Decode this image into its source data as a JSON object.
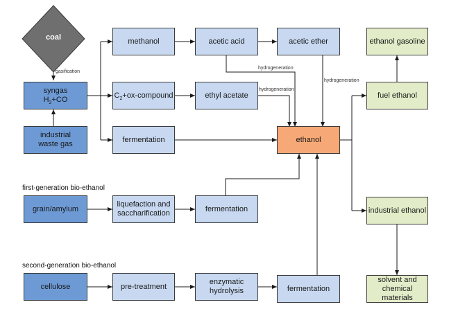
{
  "nodes": {
    "coal": "coal",
    "syngas_line1": "syngas",
    "syngas_h": "H",
    "syngas_sub": "2",
    "syngas_co": "+CO",
    "industrial_waste_gas": "industrial waste gas",
    "methanol": "methanol",
    "acetic_acid": "acetic acid",
    "acetic_ether": "acetic ether",
    "c2_c": "C",
    "c2_sub": "2",
    "c2_rest": "+ox-compound",
    "ethyl_acetate": "ethyl acetate",
    "fermentation_gas": "fermentation",
    "ethanol": "ethanol",
    "ethanol_gasoline": "ethanol gasoline",
    "fuel_ethanol": "fuel ethanol",
    "industrial_ethanol": "industrial ethanol",
    "solvent_materials": "solvent and chemical materials",
    "grain_amylum": "grain/amylum",
    "liquefaction": "liquefaction and saccharification",
    "fermentation_first": "fermentation",
    "cellulose": "cellulose",
    "pretreatment": "pre-treatment",
    "enzymatic_hydrolysis": "enzymatic hydrolysis",
    "fermentation_second": "fermentation"
  },
  "edge_labels": {
    "gasification": "gasification",
    "hydrogeneration_1": "hydrogeneration",
    "hydrogeneration_2": "hydrogeneration",
    "hydrogeneration_3": "hydrogeneration"
  },
  "sections": {
    "first_generation": "first-generation bio-ethanol",
    "second_generation": "second-generation bio-ethanol"
  },
  "colors": {
    "dark_blue": "#6d9ad5",
    "light_blue": "#c7d8f0",
    "orange": "#f6a876",
    "green": "#e2ecc8",
    "coal_gray": "#6f6f6f"
  }
}
